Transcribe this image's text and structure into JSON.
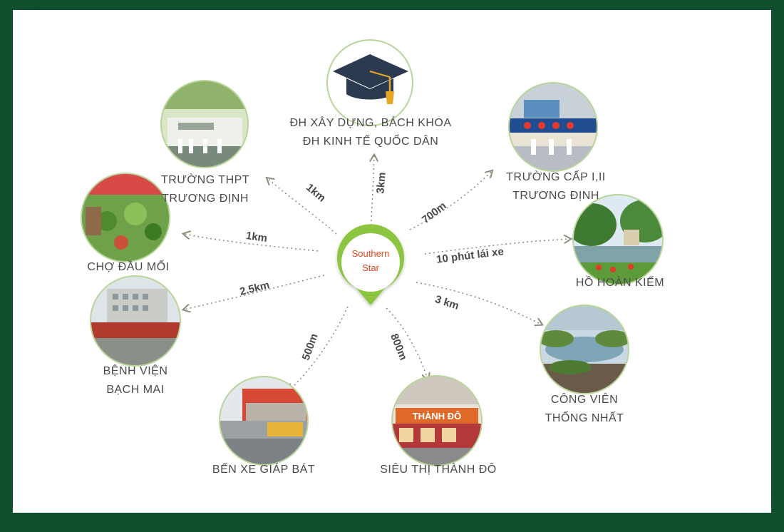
{
  "center": {
    "line1": "Southern",
    "line2": "Star"
  },
  "locations": [
    {
      "id": "university",
      "line1": "ĐH XÂY DỰNG, BÁCH KHOA",
      "line2": "ĐH KINH TẾ QUỐC DÂN",
      "distance": "3km"
    },
    {
      "id": "truong-cap",
      "line1": "TRƯỜNG CẤP I,II",
      "line2": "TRƯƠNG ĐỊNH",
      "distance": "700m"
    },
    {
      "id": "ho-hoan-kiem",
      "line1": "HỒ HOÀN KIẾM",
      "line2": "",
      "distance": "10 phút lái xe"
    },
    {
      "id": "cong-vien",
      "line1": "CÔNG VIÊN",
      "line2": "THỐNG NHẤT",
      "distance": "3 km"
    },
    {
      "id": "sieu-thi",
      "line1": "SIÊU THỊ THÀNH ĐÔ",
      "line2": "",
      "distance": "800m"
    },
    {
      "id": "ben-xe",
      "line1": "BẾN XE GIÁP BÁT",
      "line2": "",
      "distance": "500m"
    },
    {
      "id": "benh-vien",
      "line1": "BỆNH VIỆN",
      "line2": "BẠCH MAI",
      "distance": "2.5km"
    },
    {
      "id": "cho-dau-moi",
      "line1": "CHỢ ĐẦU MỐI",
      "line2": "",
      "distance": "1km"
    },
    {
      "id": "truong-thpt",
      "line1": "TRƯỜNG THPT",
      "line2": "TRƯƠNG ĐỊNH",
      "distance": "1km"
    }
  ],
  "photo_captions": {
    "sieu_thi_sign": "THÀNH ĐÔ"
  },
  "colors": {
    "frame": "#0f4f2d",
    "pin": "#8cc63f",
    "pin_text": "#e0451e",
    "text": "#4a4a4a",
    "arrow": "#8a8a7a"
  }
}
